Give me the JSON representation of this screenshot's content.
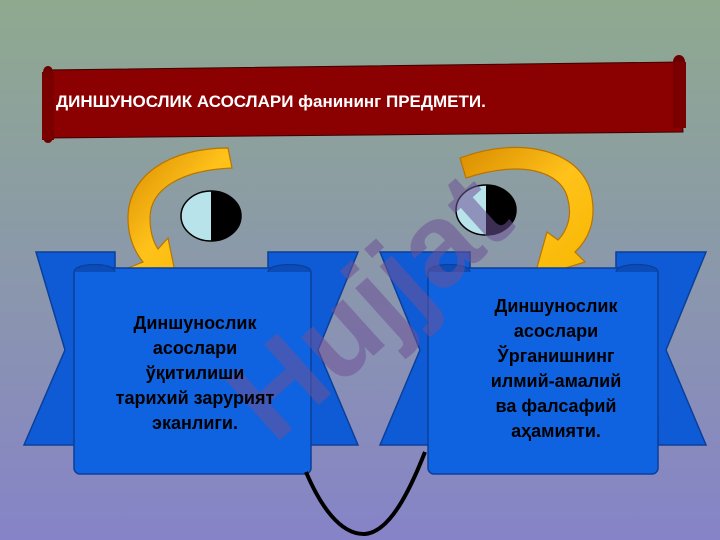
{
  "title": "ДИНШУНОСЛИК АСОСЛАРИ фанининг ПРЕДМЕТИ.",
  "left_scroll": {
    "lines": [
      "Диншунослик",
      "асослари",
      "ўқитилиши",
      "тарихий зарурият",
      "эканлиги."
    ]
  },
  "right_scroll": {
    "lines": [
      "Диншунослик",
      "асослари",
      "Ўрганишнинг",
      "илмий-амалий",
      "ва фалсафий",
      "аҳамияти."
    ]
  },
  "watermark": "Hujjat",
  "colors": {
    "banner": "#8b0000",
    "scroll": "#0f5bd6",
    "scroll_dark": "#0a3f9a",
    "arrow": "#f6b600",
    "arrow_dark": "#d98c00",
    "eye_white": "#b8e3ea",
    "pupil": "#000000"
  }
}
